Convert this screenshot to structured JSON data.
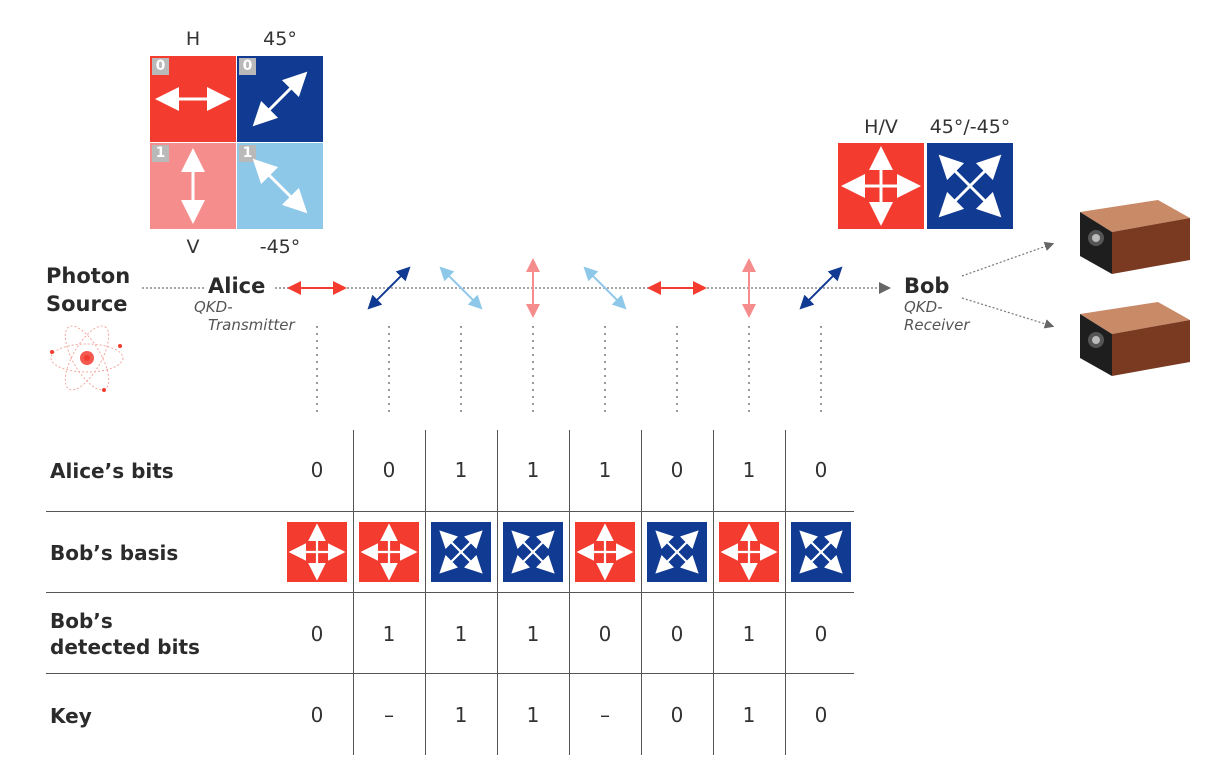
{
  "legend": {
    "top_labels": [
      "H",
      "45°"
    ],
    "bottom_labels": [
      "V",
      "-45°"
    ],
    "tiles": [
      {
        "bit": "0",
        "color": "#f33b2f",
        "icon": "horizontal-arrow-icon"
      },
      {
        "bit": "0",
        "color": "#113a92",
        "icon": "diagonal-45-arrow-icon"
      },
      {
        "bit": "1",
        "color": "#f68d8d",
        "icon": "vertical-arrow-icon"
      },
      {
        "bit": "1",
        "color": "#8ec8e8",
        "icon": "diagonal-minus45-arrow-icon"
      }
    ]
  },
  "basis_legend": {
    "labels": [
      "H/V",
      "45°/-45°"
    ]
  },
  "source": {
    "line1": "Photon",
    "line2": "Source"
  },
  "alice": {
    "name": "Alice",
    "sub1": "QKD-",
    "sub2": "Transmitter"
  },
  "bob": {
    "name": "Bob",
    "sub1": "QKD-",
    "sub2": "Receiver"
  },
  "photons": [
    {
      "polarization": "H",
      "color": "#f33b2f"
    },
    {
      "polarization": "45",
      "color": "#113a92"
    },
    {
      "polarization": "-45",
      "color": "#8ec8e8"
    },
    {
      "polarization": "V",
      "color": "#f68d8d"
    },
    {
      "polarization": "-45",
      "color": "#8ec8e8"
    },
    {
      "polarization": "H",
      "color": "#f33b2f"
    },
    {
      "polarization": "V",
      "color": "#f68d8d"
    },
    {
      "polarization": "45",
      "color": "#113a92"
    }
  ],
  "table": {
    "rows": [
      {
        "label1": "Alice’s bits",
        "label2": "",
        "values": [
          "0",
          "0",
          "1",
          "1",
          "1",
          "0",
          "1",
          "0"
        ]
      },
      {
        "label1": "Bob’s basis",
        "label2": "",
        "values": [
          "+",
          "+",
          "x",
          "x",
          "+",
          "x",
          "+",
          "x"
        ]
      },
      {
        "label1": "Bob’s",
        "label2": "detected bits",
        "values": [
          "0",
          "1",
          "1",
          "1",
          "0",
          "0",
          "1",
          "0"
        ]
      },
      {
        "label1": "Key",
        "label2": "",
        "values": [
          "0",
          "–",
          "1",
          "1",
          "–",
          "0",
          "1",
          "0"
        ]
      }
    ]
  },
  "colors": {
    "red": "#f33b2f",
    "blue": "#113a92",
    "pink": "#f68d8d",
    "lightblue": "#8ec8e8",
    "detector": "#7a3a22"
  }
}
